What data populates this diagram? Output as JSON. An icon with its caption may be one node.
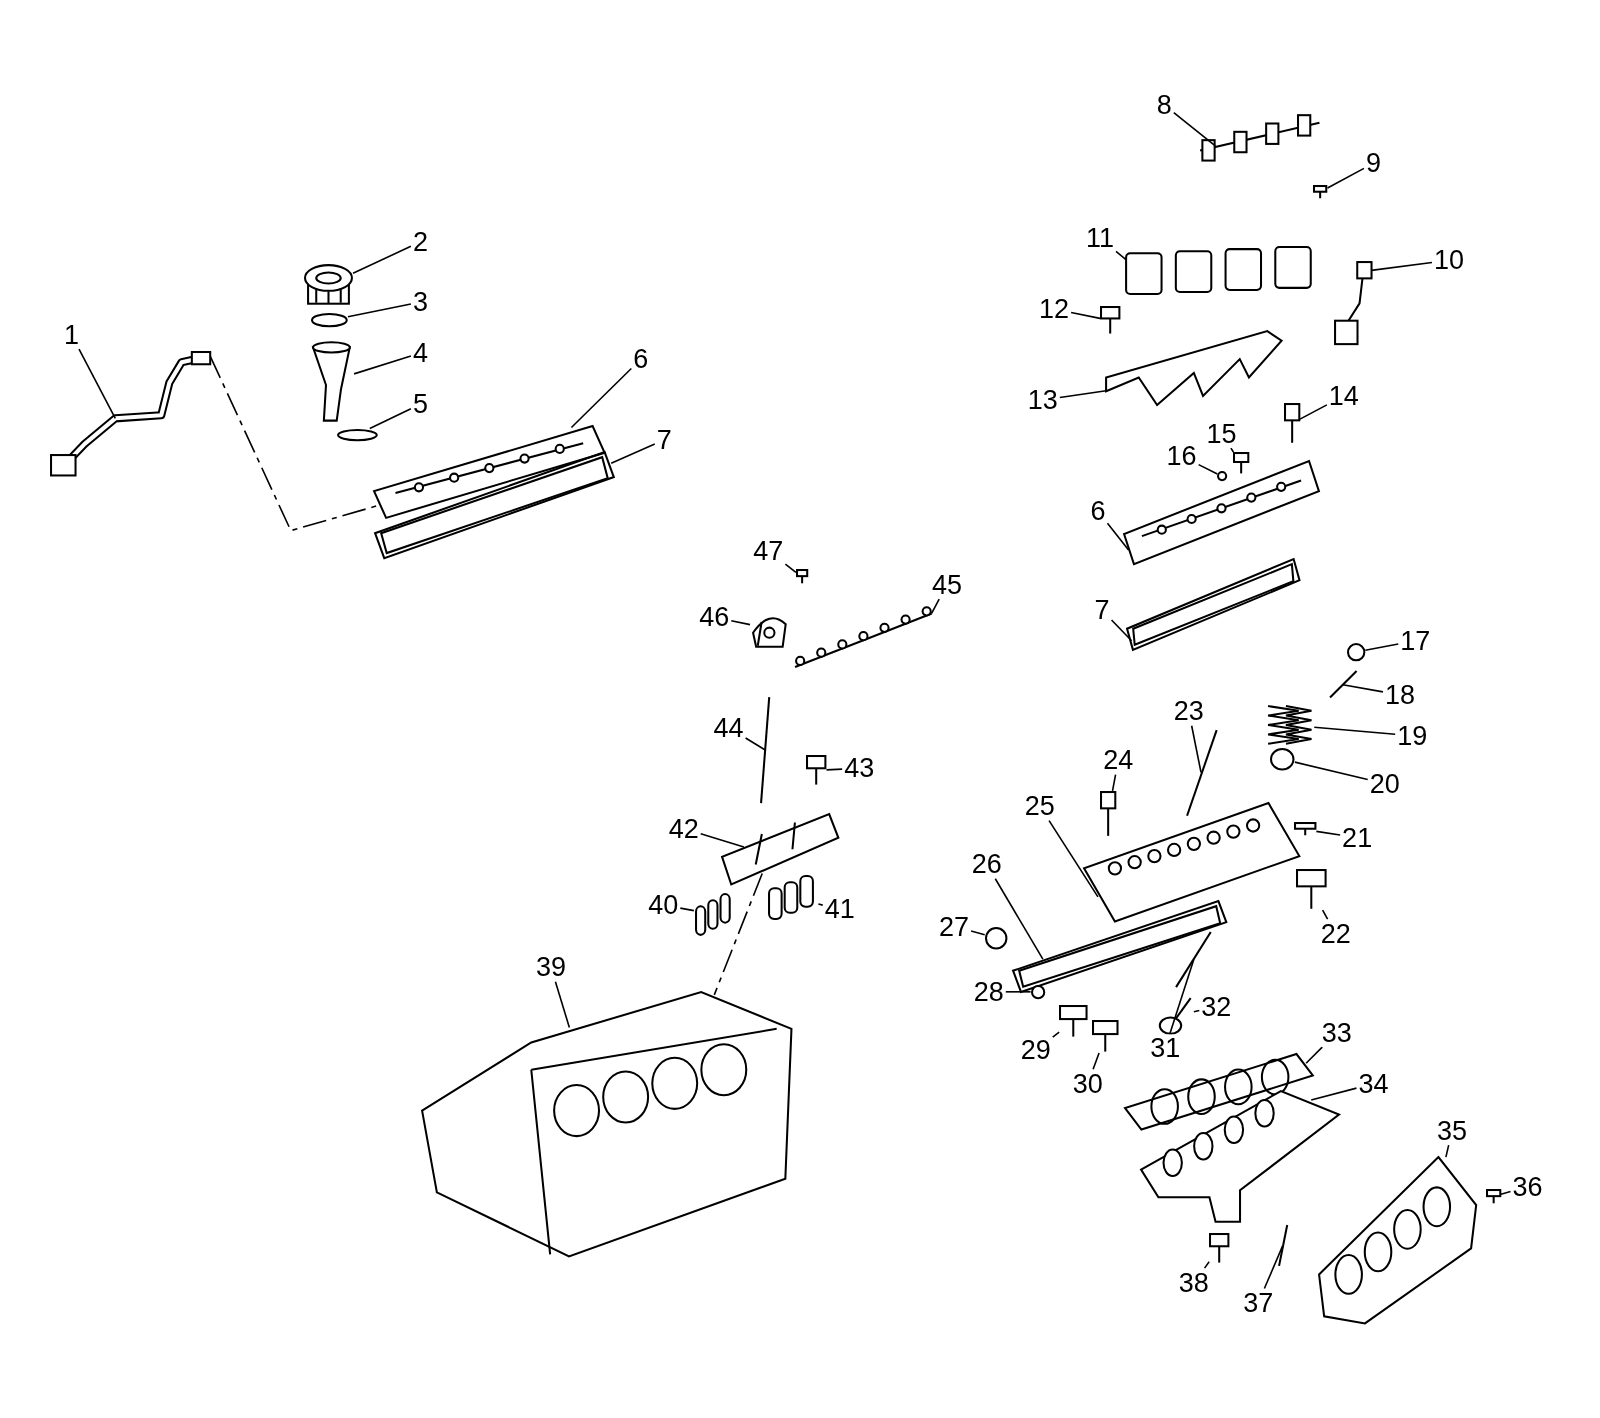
{
  "diagram": {
    "nodes": [
      {
        "text": [
          "1"
        ]
      },
      {
        "text": [],
        "shape": "picture"
      },
      {
        "text": [
          "2"
        ]
      },
      {
        "text": [],
        "shape": "picture"
      },
      {
        "text": [
          "3"
        ]
      },
      {
        "text": [],
        "shape": "circle"
      },
      {
        "text": [
          "4"
        ]
      },
      {
        "text": [],
        "shape": "picture"
      },
      {
        "text": [
          "5"
        ]
      },
      {
        "text": [],
        "shape": "circle"
      },
      {
        "text": [
          "6"
        ]
      },
      {
        "text": [],
        "shape": "picture"
      },
      {
        "text": [
          "7"
        ]
      },
      {
        "text": [],
        "shape": "picture"
      },
      {
        "text": [
          "8"
        ]
      },
      {
        "text": [],
        "shape": "picture"
      },
      {
        "text": [
          "9"
        ]
      },
      {
        "text": [],
        "shape": "picture"
      },
      {
        "text": [
          "10"
        ]
      },
      {
        "text": [],
        "shape": "picture"
      },
      {
        "text": [
          "11"
        ]
      },
      {
        "text": [],
        "shape": "picture"
      },
      {
        "text": [
          "12"
        ]
      },
      {
        "text": [],
        "shape": "picture"
      },
      {
        "text": [
          "13"
        ]
      },
      {
        "text": [],
        "shape": "picture"
      },
      {
        "text": [
          "14"
        ]
      },
      {
        "text": [],
        "shape": "picture"
      },
      {
        "text": [
          "15"
        ]
      },
      {
        "text": [],
        "shape": "picture"
      },
      {
        "text": [
          "16"
        ]
      },
      {
        "text": [],
        "shape": "circle"
      },
      {
        "text": [
          "6"
        ]
      },
      {
        "text": [],
        "shape": "picture"
      },
      {
        "text": [
          "7"
        ]
      },
      {
        "text": [],
        "shape": "picture"
      },
      {
        "text": [
          "17"
        ]
      },
      {
        "text": [],
        "shape": "circle"
      },
      {
        "text": [
          "18"
        ]
      },
      {
        "text": [],
        "shape": "picture"
      },
      {
        "text": [
          "19"
        ]
      },
      {
        "text": [],
        "shape": "picture"
      },
      {
        "text": [
          "20"
        ]
      },
      {
        "text": [],
        "shape": "circle"
      },
      {
        "text": [
          "21"
        ]
      },
      {
        "text": [],
        "shape": "picture"
      },
      {
        "text": [
          "22"
        ]
      },
      {
        "text": [],
        "shape": "picture"
      },
      {
        "text": [
          "23"
        ]
      },
      {
        "text": [],
        "shape": "picture"
      },
      {
        "text": [
          "24"
        ]
      },
      {
        "text": [],
        "shape": "picture"
      },
      {
        "text": [
          "25"
        ]
      },
      {
        "text": [],
        "shape": "picture"
      },
      {
        "text": [
          "26"
        ]
      },
      {
        "text": [],
        "shape": "picture"
      },
      {
        "text": [
          "27"
        ]
      },
      {
        "text": [],
        "shape": "circle"
      },
      {
        "text": [
          "28"
        ]
      },
      {
        "text": [],
        "shape": "circle"
      },
      {
        "text": [
          "29"
        ]
      },
      {
        "text": [],
        "shape": "picture"
      },
      {
        "text": [
          "30"
        ]
      },
      {
        "text": [],
        "shape": "picture"
      },
      {
        "text": [
          "31"
        ]
      },
      {
        "text": [],
        "shape": "picture"
      },
      {
        "text": [
          "32"
        ]
      },
      {
        "text": [],
        "shape": "picture"
      },
      {
        "text": [
          "33"
        ]
      },
      {
        "text": [],
        "shape": "picture"
      },
      {
        "text": [
          "34"
        ]
      },
      {
        "text": [],
        "shape": "picture"
      },
      {
        "text": [
          "35"
        ]
      },
      {
        "text": [],
        "shape": "picture"
      },
      {
        "text": [
          "36"
        ]
      },
      {
        "text": [],
        "shape": "picture"
      },
      {
        "text": [
          "37"
        ]
      },
      {
        "text": [],
        "shape": "picture"
      },
      {
        "text": [
          "38"
        ]
      },
      {
        "text": [],
        "shape": "picture"
      },
      {
        "text": [
          "39"
        ]
      },
      {
        "text": [],
        "shape": "picture"
      },
      {
        "text": [
          "40"
        ]
      },
      {
        "text": [],
        "shape": "picture"
      },
      {
        "text": [
          "41"
        ]
      },
      {
        "text": [],
        "shape": "picture"
      },
      {
        "text": [
          "42"
        ]
      },
      {
        "text": [],
        "shape": "picture"
      },
      {
        "text": [
          "43"
        ]
      },
      {
        "text": [],
        "shape": "picture"
      },
      {
        "text": [
          "44"
        ]
      },
      {
        "text": [],
        "shape": "picture"
      },
      {
        "text": [
          "45"
        ]
      },
      {
        "text": [],
        "shape": "picture"
      },
      {
        "text": [
          "46"
        ]
      },
      {
        "text": [],
        "shape": "picture"
      },
      {
        "text": [
          "47"
        ]
      },
      {
        "text": [],
        "shape": "picture"
      }
    ],
    "edges": [
      {
        "from": 0,
        "to": 1,
        "arrow": "none"
      },
      {
        "from": 2,
        "to": 3,
        "arrow": "none"
      },
      {
        "from": 4,
        "to": 5,
        "arrow": "none"
      },
      {
        "from": 6,
        "to": 7,
        "arrow": "none"
      },
      {
        "from": 8,
        "to": 9,
        "arrow": "none"
      },
      {
        "from": 10,
        "to": 11,
        "arrow": "none"
      },
      {
        "from": 12,
        "to": 13,
        "arrow": "none"
      },
      {
        "from": 14,
        "to": 15,
        "arrow": "none"
      },
      {
        "from": 16,
        "to": 17,
        "arrow": "none"
      },
      {
        "from": 18,
        "to": 19,
        "arrow": "none"
      },
      {
        "from": 20,
        "to": 21,
        "arrow": "none"
      },
      {
        "from": 22,
        "to": 23,
        "arrow": "none"
      },
      {
        "from": 24,
        "to": 25,
        "arrow": "none"
      },
      {
        "from": 26,
        "to": 27,
        "arrow": "none"
      },
      {
        "from": 28,
        "to": 29,
        "arrow": "none"
      },
      {
        "from": 30,
        "to": 31,
        "arrow": "none"
      },
      {
        "from": 32,
        "to": 33,
        "arrow": "none"
      },
      {
        "from": 34,
        "to": 35,
        "arrow": "none"
      },
      {
        "from": 36,
        "to": 37,
        "arrow": "none"
      },
      {
        "from": 38,
        "to": 39,
        "arrow": "none"
      },
      {
        "from": 40,
        "to": 41,
        "arrow": "none"
      },
      {
        "from": 42,
        "to": 43,
        "arrow": "none"
      },
      {
        "from": 44,
        "to": 45,
        "arrow": "none"
      },
      {
        "from": 46,
        "to": 47,
        "arrow": "none"
      },
      {
        "from": 48,
        "to": 49,
        "arrow": "none"
      },
      {
        "from": 50,
        "to": 51,
        "arrow": "none"
      },
      {
        "from": 52,
        "to": 53,
        "arrow": "none"
      },
      {
        "from": 54,
        "to": 55,
        "arrow": "none"
      },
      {
        "from": 56,
        "to": 57,
        "arrow": "none"
      },
      {
        "from": 58,
        "to": 59,
        "arrow": "none"
      },
      {
        "from": 60,
        "to": 61,
        "arrow": "none"
      },
      {
        "from": 62,
        "to": 63,
        "arrow": "none"
      },
      {
        "from": 64,
        "to": 65,
        "arrow": "none"
      },
      {
        "from": 66,
        "to": 67,
        "arrow": "none"
      },
      {
        "from": 68,
        "to": 69,
        "arrow": "none"
      },
      {
        "from": 70,
        "to": 71,
        "arrow": "none"
      },
      {
        "from": 72,
        "to": 73,
        "arrow": "none"
      },
      {
        "from": 74,
        "to": 75,
        "arrow": "none"
      },
      {
        "from": 76,
        "to": 77,
        "arrow": "none"
      },
      {
        "from": 78,
        "to": 79,
        "arrow": "none"
      },
      {
        "from": 80,
        "to": 81,
        "arrow": "none"
      },
      {
        "from": 82,
        "to": 83,
        "arrow": "none"
      },
      {
        "from": 84,
        "to": 85,
        "arrow": "none"
      },
      {
        "from": 86,
        "to": 87,
        "arrow": "none"
      },
      {
        "from": 88,
        "to": 89,
        "arrow": "none"
      },
      {
        "from": 90,
        "to": 91,
        "arrow": "none"
      },
      {
        "from": 92,
        "to": 93,
        "arrow": "none"
      },
      {
        "from": 94,
        "to": 95,
        "arrow": "none"
      },
      {
        "from": 96,
        "to": 97,
        "arrow": "none"
      },
      {
        "from": 1,
        "to": 11,
        "arrow": "none",
        "style": "dashed"
      },
      {
        "from": 87,
        "to": 81,
        "arrow": "none",
        "style": "dashed"
      }
    ]
  }
}
